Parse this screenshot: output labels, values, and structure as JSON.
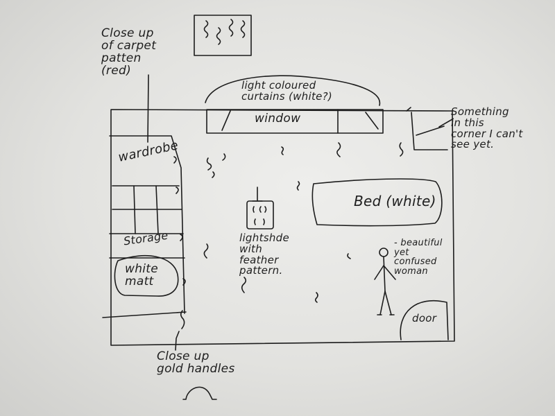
{
  "labels": {
    "carpet_note": "Close up\nof carpet\npatten\n(red)",
    "curtains": "light coloured\ncurtains (white?)",
    "window": "window",
    "corner_note": "Something\nin this\ncorner I can't\nsee yet.",
    "wardrobe": "wardrobe",
    "storage": "Storage",
    "matt": "white\nmatt",
    "lightshade": "lightshde\nwith\nfeather\npattern.",
    "bed": "Bed (white)",
    "woman": "- beautiful\nyet\nconfused\nwoman",
    "door": "door",
    "handles_note": "Close up\ngold handles"
  },
  "icons": [
    "carpet-swatch-icon",
    "lightshade-icon",
    "stick-figure-icon",
    "gold-handle-icon"
  ],
  "ink_color": "#1c1c1c"
}
